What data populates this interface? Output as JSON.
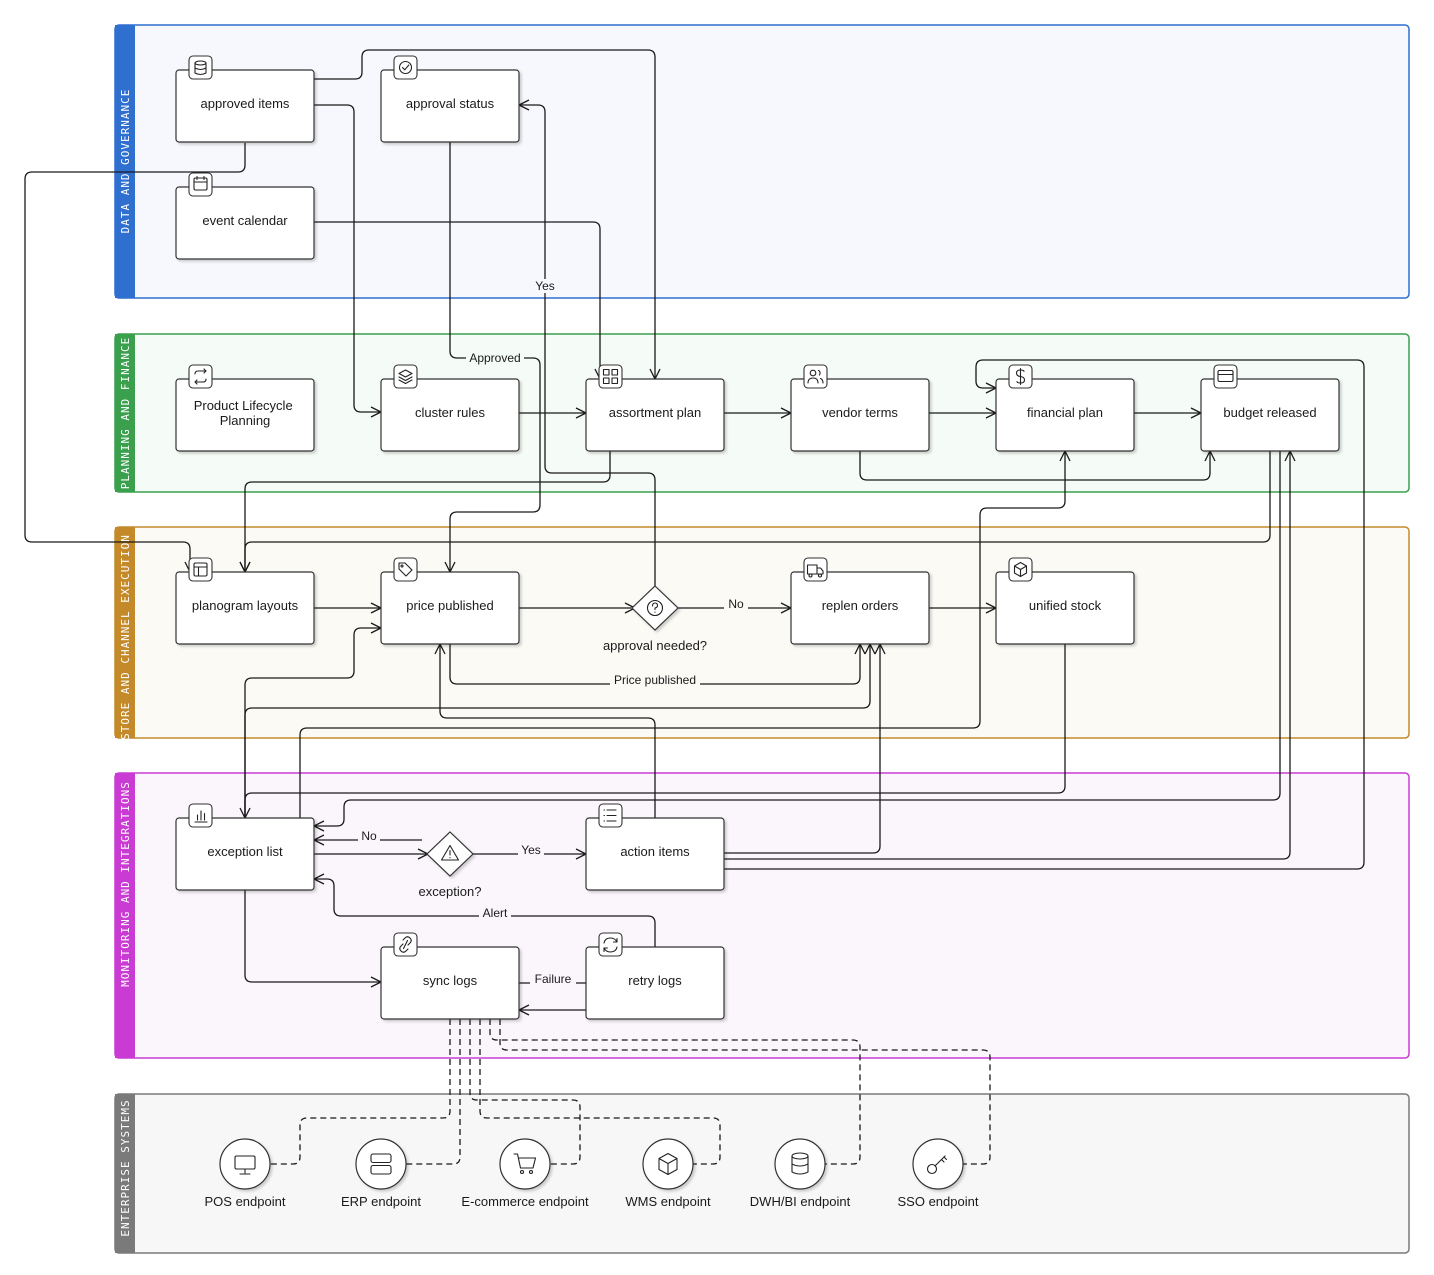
{
  "lanes": [
    {
      "id": "data",
      "title": "DATA AND GOVERNANCE",
      "color": "#2f6fd0",
      "fill": "#f6f8fd"
    },
    {
      "id": "plan",
      "title": "PLANNING AND FINANCE",
      "color": "#3aa04e",
      "fill": "#f5fbf6"
    },
    {
      "id": "store",
      "title": "STORE AND CHANNEL EXECUTION",
      "color": "#c48a2a",
      "fill": "#fbfaf5"
    },
    {
      "id": "mon",
      "title": "MONITORING AND INTEGRATIONS",
      "color": "#c93bd3",
      "fill": "#fbf6fc"
    },
    {
      "id": "ent",
      "title": "ENTERPRISE SYSTEMS",
      "color": "#7a7a7a",
      "fill": "#f7f7f7"
    }
  ],
  "nodes": [
    {
      "id": "approved-items",
      "label": "approved items",
      "icon": "database-icon"
    },
    {
      "id": "approval-status",
      "label": "approval status",
      "icon": "check-badge-icon"
    },
    {
      "id": "event-calendar",
      "label": "event calendar",
      "icon": "calendar-icon"
    },
    {
      "id": "product-lifecycle",
      "label": "Product Lifecycle\nPlanning",
      "icon": "cycle-icon"
    },
    {
      "id": "cluster-rules",
      "label": "cluster rules",
      "icon": "layers-icon"
    },
    {
      "id": "assortment-plan",
      "label": "assortment plan",
      "icon": "grid-icon"
    },
    {
      "id": "vendor-terms",
      "label": "vendor terms",
      "icon": "users-icon"
    },
    {
      "id": "financial-plan",
      "label": "financial plan",
      "icon": "dollar-icon"
    },
    {
      "id": "budget-released",
      "label": "budget released",
      "icon": "card-icon"
    },
    {
      "id": "planogram-layouts",
      "label": "planogram layouts",
      "icon": "layout-icon"
    },
    {
      "id": "price-published",
      "label": "price published",
      "icon": "tag-icon"
    },
    {
      "id": "replen-orders",
      "label": "replen orders",
      "icon": "truck-icon"
    },
    {
      "id": "unified-stock",
      "label": "unified stock",
      "icon": "box-icon"
    },
    {
      "id": "exception-list",
      "label": "exception list",
      "icon": "bar-chart-icon"
    },
    {
      "id": "action-items",
      "label": "action items",
      "icon": "list-icon"
    },
    {
      "id": "sync-logs",
      "label": "sync logs",
      "icon": "link-icon"
    },
    {
      "id": "retry-logs",
      "label": "retry logs",
      "icon": "refresh-icon"
    }
  ],
  "decisions": [
    {
      "id": "approval-needed",
      "label": "approval needed?",
      "icon": "question-icon"
    },
    {
      "id": "exception",
      "label": "exception?",
      "icon": "warning-icon"
    }
  ],
  "endpoints": [
    {
      "id": "pos",
      "label": "POS endpoint",
      "icon": "monitor-icon"
    },
    {
      "id": "erp",
      "label": "ERP endpoint",
      "icon": "server-icon"
    },
    {
      "id": "ecom",
      "label": "E-commerce endpoint",
      "icon": "cart-icon"
    },
    {
      "id": "wms",
      "label": "WMS endpoint",
      "icon": "box-icon"
    },
    {
      "id": "dwh",
      "label": "DWH/BI endpoint",
      "icon": "database-icon"
    },
    {
      "id": "sso",
      "label": "SSO endpoint",
      "icon": "key-icon"
    }
  ],
  "edge_labels": {
    "yes_top": "Yes",
    "approved": "Approved",
    "no_replen": "No",
    "price_published": "Price published",
    "no_exception": "No",
    "yes_action": "Yes",
    "alert": "Alert",
    "failure": "Failure"
  }
}
